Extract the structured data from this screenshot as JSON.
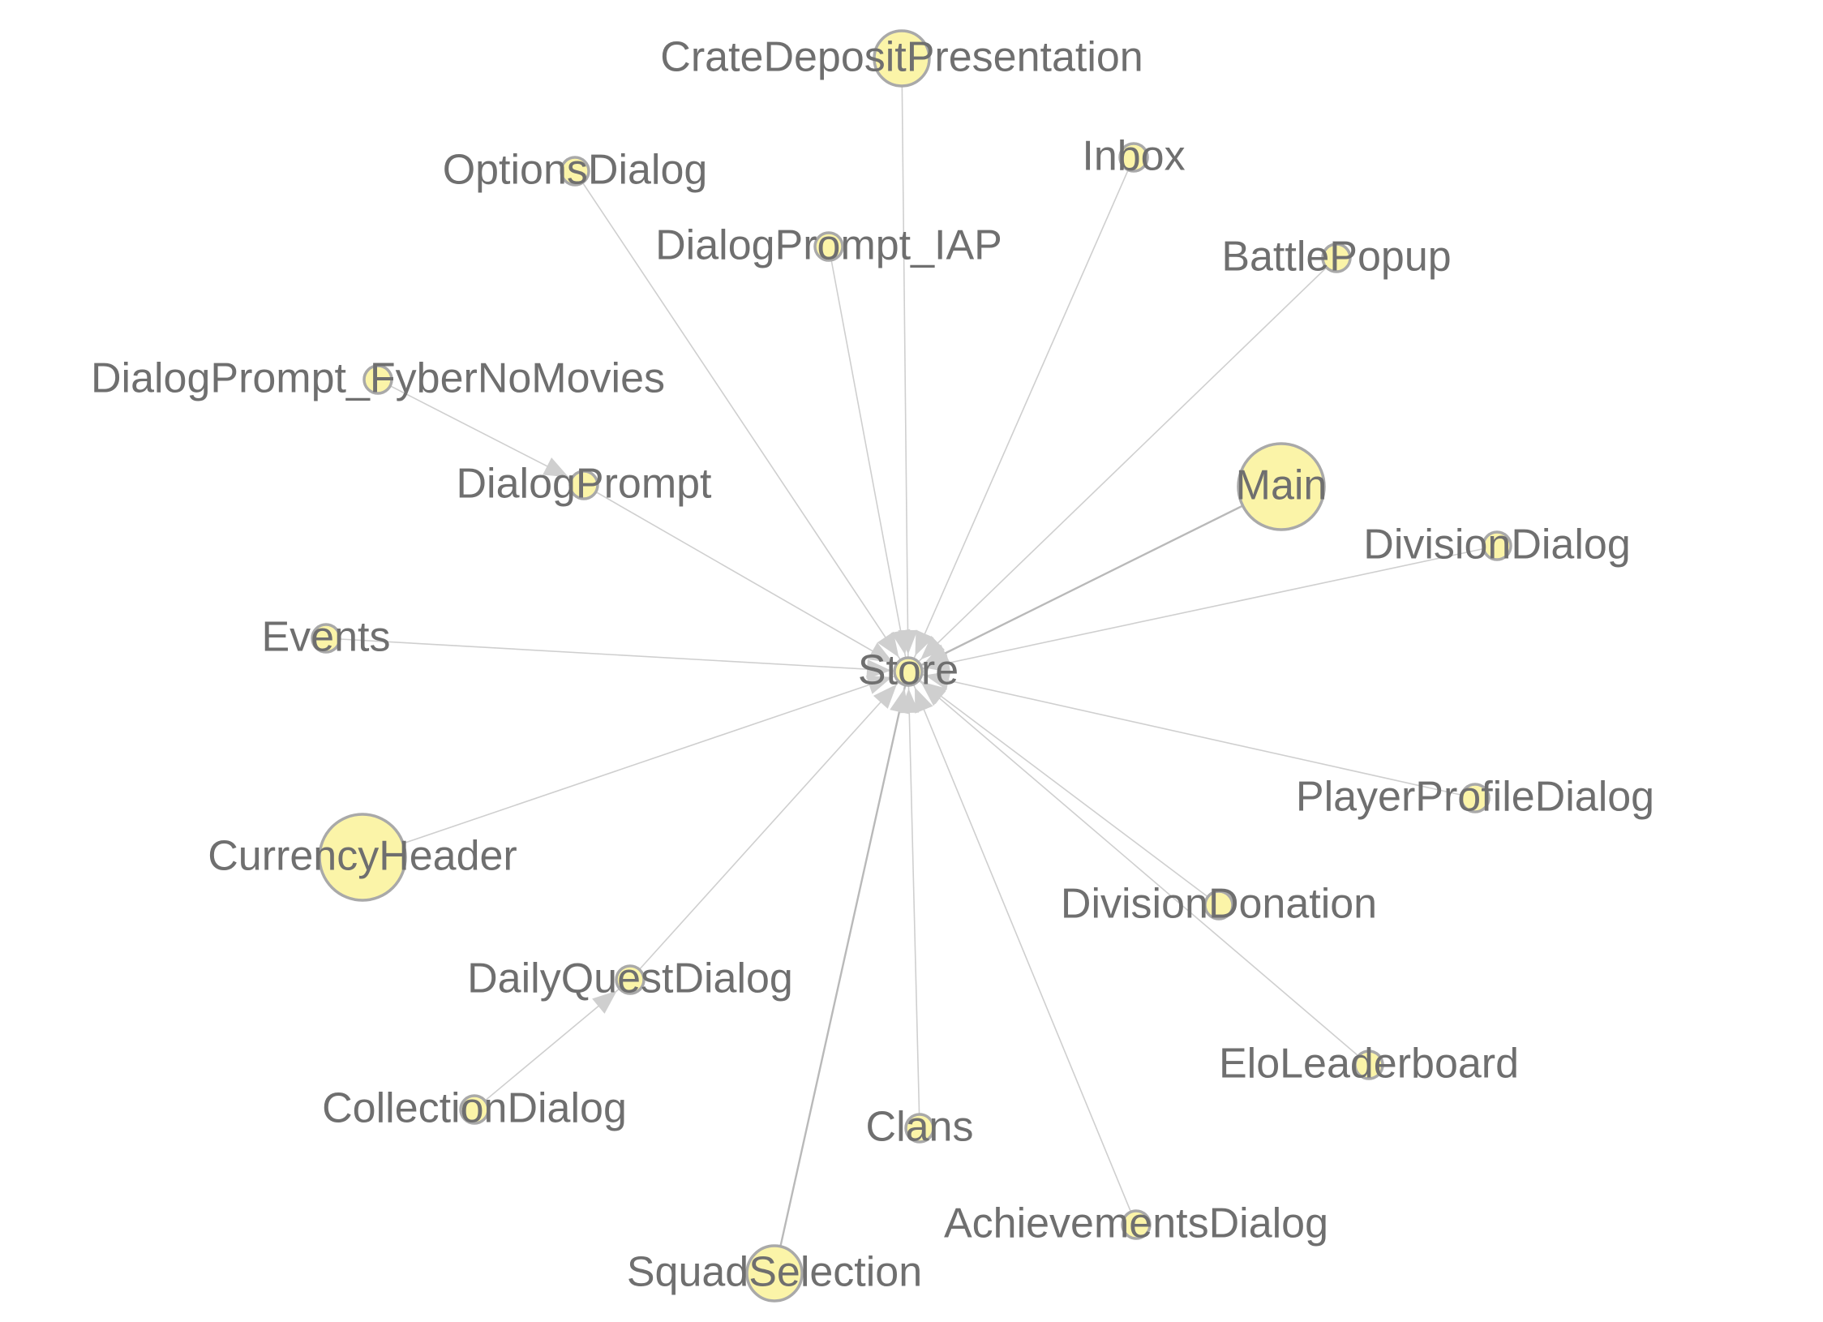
{
  "diagram": {
    "type": "network-graph",
    "hub": "Store",
    "colors": {
      "node_fill": "#fbf4a8",
      "node_stroke": "#a9a9a9",
      "edge": "#cfcfcf",
      "label": "#6f6f6f"
    },
    "nodes": [
      {
        "id": "Store",
        "label": "Store",
        "size": "small"
      },
      {
        "id": "CrateDepositPresentation",
        "label": "CrateDepositPresentation",
        "size": "medium"
      },
      {
        "id": "OptionsDialog",
        "label": "OptionsDialog",
        "size": "small"
      },
      {
        "id": "Inbox",
        "label": "Inbox",
        "size": "small"
      },
      {
        "id": "DialogPrompt_IAP",
        "label": "DialogPrompt_IAP",
        "size": "small"
      },
      {
        "id": "BattlePopup",
        "label": "BattlePopup",
        "size": "small"
      },
      {
        "id": "DialogPrompt_FyberNoMovies",
        "label": "DialogPrompt_FyberNoMovies",
        "size": "small"
      },
      {
        "id": "DialogPrompt",
        "label": "DialogPrompt",
        "size": "small"
      },
      {
        "id": "Main",
        "label": "Main",
        "size": "large"
      },
      {
        "id": "DivisionDialog",
        "label": "DivisionDialog",
        "size": "small"
      },
      {
        "id": "Events",
        "label": "Events",
        "size": "small"
      },
      {
        "id": "PlayerProfileDialog",
        "label": "PlayerProfileDialog",
        "size": "small"
      },
      {
        "id": "CurrencyHeader",
        "label": "CurrencyHeader",
        "size": "large"
      },
      {
        "id": "DivisionDonation",
        "label": "DivisionDonation",
        "size": "small"
      },
      {
        "id": "DailyQuestDialog",
        "label": "DailyQuestDialog",
        "size": "small"
      },
      {
        "id": "EloLeaderboard",
        "label": "EloLeaderboard",
        "size": "small"
      },
      {
        "id": "CollectionDialog",
        "label": "CollectionDialog",
        "size": "small"
      },
      {
        "id": "Clans",
        "label": "Clans",
        "size": "small"
      },
      {
        "id": "AchievementsDialog",
        "label": "AchievementsDialog",
        "size": "small"
      },
      {
        "id": "SquadSelection",
        "label": "SquadSelection",
        "size": "medium"
      }
    ],
    "edges": [
      {
        "source": "CrateDepositPresentation",
        "target": "Store"
      },
      {
        "source": "OptionsDialog",
        "target": "Store"
      },
      {
        "source": "Inbox",
        "target": "Store"
      },
      {
        "source": "DialogPrompt_IAP",
        "target": "Store"
      },
      {
        "source": "BattlePopup",
        "target": "Store"
      },
      {
        "source": "DialogPrompt_FyberNoMovies",
        "target": "DialogPrompt"
      },
      {
        "source": "DialogPrompt",
        "target": "Store"
      },
      {
        "source": "Main",
        "target": "Store",
        "strong": true
      },
      {
        "source": "DivisionDialog",
        "target": "Store"
      },
      {
        "source": "Events",
        "target": "Store"
      },
      {
        "source": "PlayerProfileDialog",
        "target": "Store"
      },
      {
        "source": "CurrencyHeader",
        "target": "Store"
      },
      {
        "source": "DivisionDonation",
        "target": "Store"
      },
      {
        "source": "DailyQuestDialog",
        "target": "Store"
      },
      {
        "source": "EloLeaderboard",
        "target": "Store"
      },
      {
        "source": "CollectionDialog",
        "target": "DailyQuestDialog"
      },
      {
        "source": "Clans",
        "target": "Store"
      },
      {
        "source": "AchievementsDialog",
        "target": "Store"
      },
      {
        "source": "SquadSelection",
        "target": "Store",
        "strong": true
      }
    ]
  }
}
